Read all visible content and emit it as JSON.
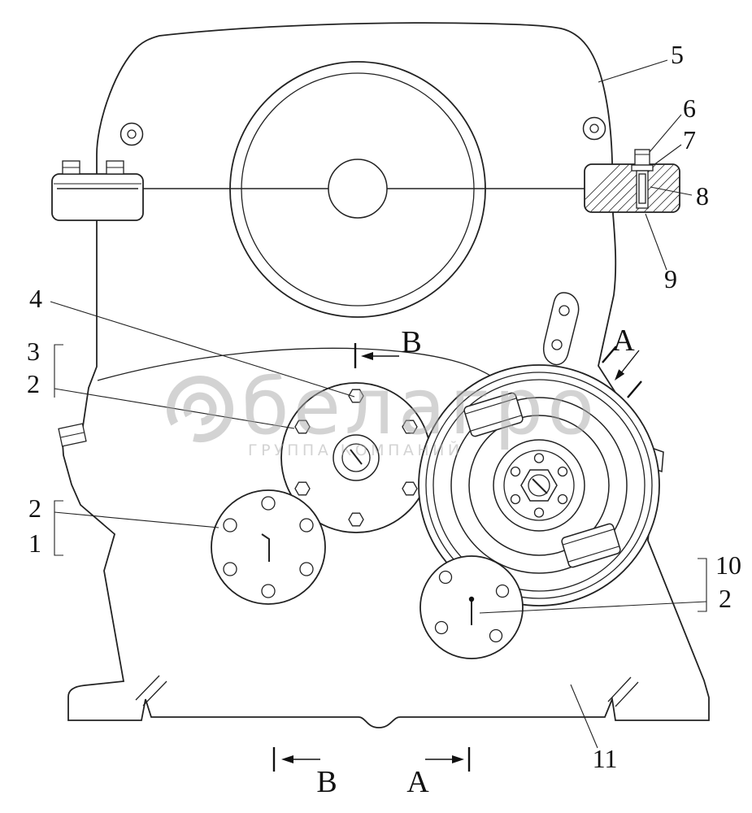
{
  "watermark": {
    "logo_text": "белагро",
    "tagline": "ГРУППА КОМПАНИЙ"
  },
  "callouts": {
    "n1": "1",
    "n2a": "2",
    "n2b": "2",
    "n2c": "2",
    "n3": "3",
    "n4": "4",
    "n5": "5",
    "n6": "6",
    "n7": "7",
    "n8": "8",
    "n9": "9",
    "n10": "10",
    "n11": "11"
  },
  "sections": {
    "b_top": "B",
    "a_top": "A",
    "b_bottom": "B",
    "a_bottom": "A"
  }
}
